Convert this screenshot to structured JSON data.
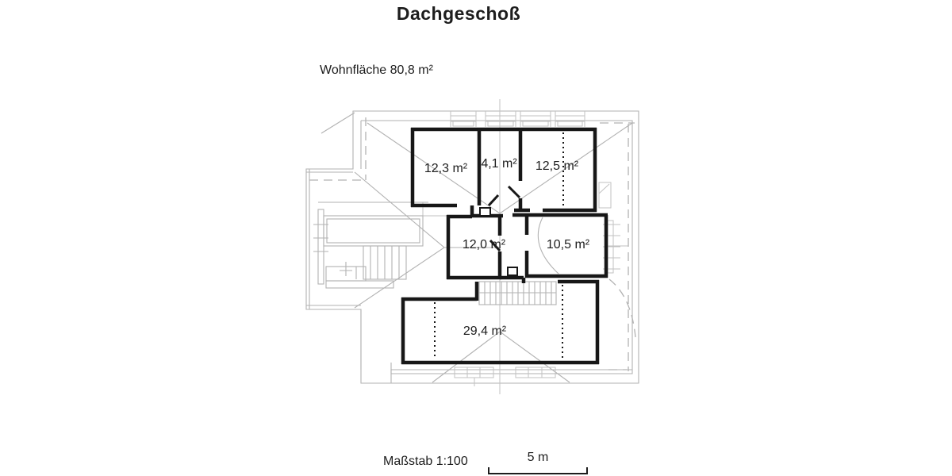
{
  "header": {
    "title": "Dachgeschoß",
    "living_area_label": "Wohnfläche 80,8 m²"
  },
  "plan": {
    "type": "floor-plan",
    "floor": "Dachgeschoß",
    "living_area_total": "80,8 m²",
    "rooms": [
      {
        "id": "room-top-left",
        "area_label": "12,3 m²"
      },
      {
        "id": "room-top-middle",
        "area_label": "4,1 m²"
      },
      {
        "id": "room-top-right",
        "area_label": "12,5 m²"
      },
      {
        "id": "room-hall",
        "area_label": "12,0 m²"
      },
      {
        "id": "room-mid-right",
        "area_label": "10,5 m²"
      },
      {
        "id": "room-bottom-large",
        "area_label": "29,4 m²"
      }
    ]
  },
  "footer": {
    "scale_label": "Maßstab 1:100",
    "scale_bar_label": "5 m"
  },
  "colors": {
    "wall": "#171717",
    "construction_line": "#b2b2b2",
    "text": "#1d1d1d",
    "background": "#ffffff"
  }
}
